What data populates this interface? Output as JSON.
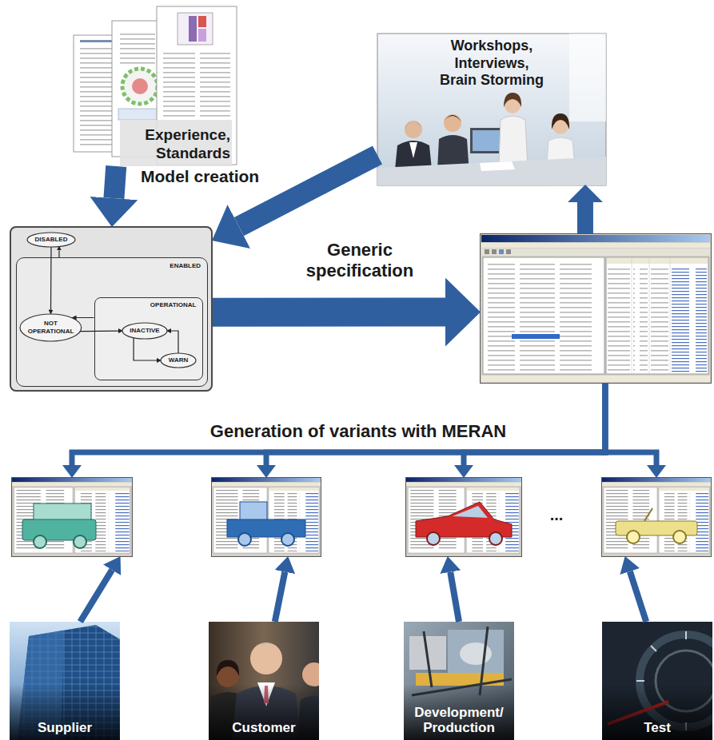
{
  "diagram": {
    "nodes": [
      {
        "text": [
          "Experience, Standards"
        ]
      },
      {
        "text": [
          "Workshops, Interviews, Brain Storming"
        ]
      },
      {
        "text": []
      },
      {
        "text": [
          "DISABLED"
        ],
        "in": 2
      },
      {
        "text": [
          "ENABLED"
        ],
        "in": 2
      },
      {
        "text": [
          "NOT OPERATIONAL"
        ],
        "in": 4
      },
      {
        "text": [
          "OPERATIONAL"
        ],
        "in": 4
      },
      {
        "text": [
          "INACTIVE"
        ],
        "in": 6
      },
      {
        "text": [
          "WARN"
        ],
        "in": 6
      },
      {
        "text": []
      },
      {
        "text": []
      },
      {
        "text": []
      },
      {
        "text": []
      },
      {
        "text": []
      },
      {
        "text": [
          "Supplier"
        ]
      },
      {
        "text": [
          "Customer"
        ]
      },
      {
        "text": [
          "Development/ Production"
        ]
      },
      {
        "text": [
          "Test"
        ]
      }
    ],
    "edges": [
      {
        "from": 0,
        "to": 2,
        "arrow": "to",
        "label": "Model creation"
      },
      {
        "from": 1,
        "to": 2,
        "arrow": "to"
      },
      {
        "from": 2,
        "to": 9,
        "arrow": "to",
        "label": "Generic specification"
      },
      {
        "from": 9,
        "to": 1,
        "arrow": "to"
      },
      {
        "from": 9,
        "to": 10,
        "arrow": "to"
      },
      {
        "from": 9,
        "to": 11,
        "arrow": "to"
      },
      {
        "from": 9,
        "to": 12,
        "arrow": "to"
      },
      {
        "from": 9,
        "to": 13,
        "arrow": "to"
      },
      {
        "from": 4,
        "to": 3,
        "arrow": "to"
      },
      {
        "from": 3,
        "to": 5,
        "arrow": "to"
      },
      {
        "from": 5,
        "to": 7,
        "arrow": "to"
      },
      {
        "from": 6,
        "to": 5,
        "arrow": "to"
      },
      {
        "from": 7,
        "to": 8,
        "arrow": "to"
      },
      {
        "from": 8,
        "to": 7,
        "arrow": "to"
      },
      {
        "from": 14,
        "to": 10,
        "arrow": "to"
      },
      {
        "from": 15,
        "to": 11,
        "arrow": "to"
      },
      {
        "from": 16,
        "to": 12,
        "arrow": "to"
      },
      {
        "from": 17,
        "to": 13,
        "arrow": "to"
      }
    ],
    "labels": [
      "Generation of variants with MERAN",
      "..."
    ]
  }
}
